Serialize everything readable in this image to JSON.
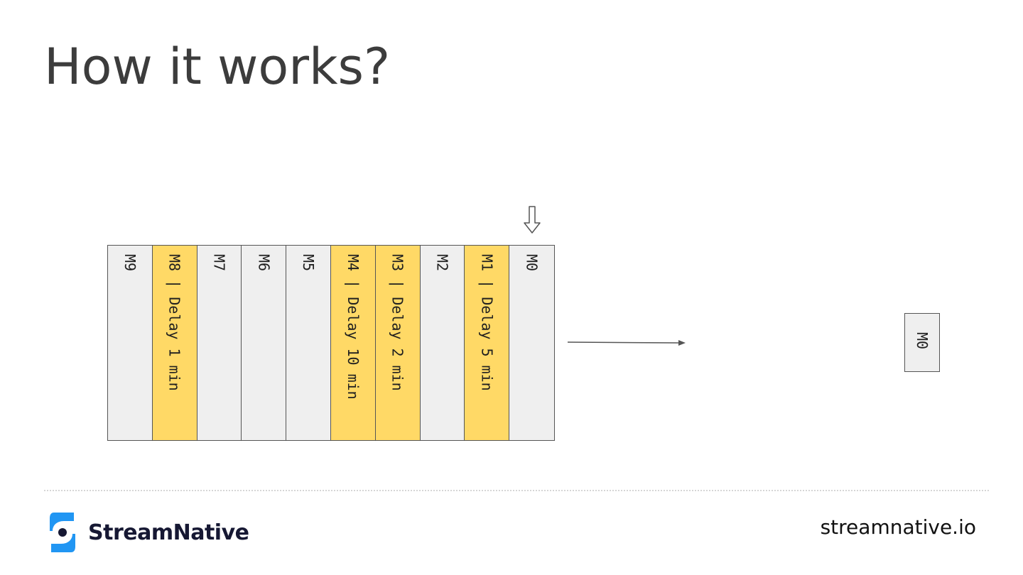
{
  "slide": {
    "title": "How it works?"
  },
  "queue": {
    "cells": [
      {
        "label": "M9",
        "delayed": false
      },
      {
        "label": "M8 | Delay 1 min",
        "delayed": true
      },
      {
        "label": "M7",
        "delayed": false
      },
      {
        "label": "M6",
        "delayed": false
      },
      {
        "label": "M5",
        "delayed": false
      },
      {
        "label": "M4 | Delay 10 min",
        "delayed": true
      },
      {
        "label": "M3 | Delay 2 min",
        "delayed": true
      },
      {
        "label": "M2",
        "delayed": false
      },
      {
        "label": "M1 | Delay 5 min",
        "delayed": true
      },
      {
        "label": "M0",
        "delayed": false
      }
    ]
  },
  "consumed": {
    "label": "M0"
  },
  "footer": {
    "brand": "StreamNative",
    "website": "streamnative.io"
  },
  "colors": {
    "delayed": "#ffd966",
    "normal": "#efefef",
    "brand_blue": "#2196f3",
    "brand_dark": "#161833"
  },
  "icons": {
    "pointer": "down-arrow-icon",
    "flow": "right-arrow-icon",
    "logo": "streamnative-logo-icon"
  }
}
